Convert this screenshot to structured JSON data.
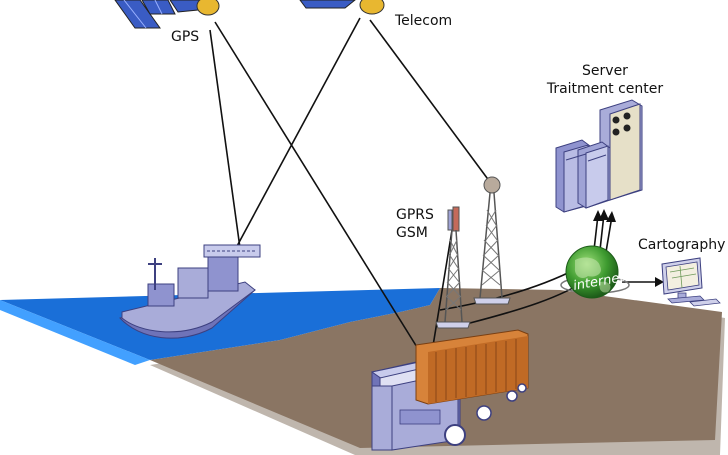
{
  "labels": {
    "gps": "GPS",
    "telecom": "Telecom",
    "server_line1": "Server",
    "server_line2": "Traitment center",
    "gprs": "GPRS",
    "gsm": "GSM",
    "cartography": "Cartography",
    "internet": "internet"
  },
  "icons": [
    "gps-satellite-icon",
    "telecom-satellite-icon",
    "ship-icon",
    "truck-icon",
    "gprs-antenna-icon",
    "gsm-tower-icon",
    "server-icon",
    "internet-globe-icon",
    "cartography-computer-icon"
  ],
  "colors": {
    "sea": "#1a6fd8",
    "land": "#8a7563",
    "land_edge": "#b9aea4",
    "vehicle": "#a9acd9",
    "container": "#d7833a",
    "globe": "#3d9a2f",
    "solar_panel": "#3a5cc4"
  }
}
